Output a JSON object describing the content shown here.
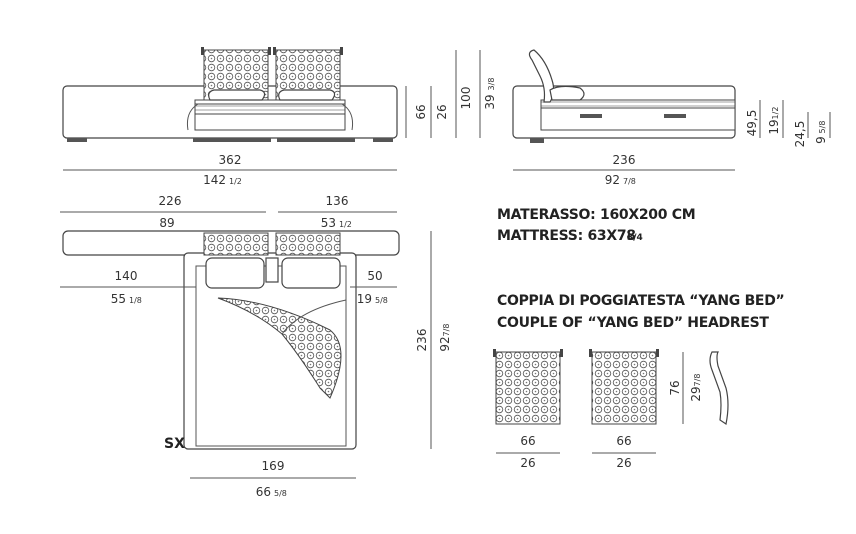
{
  "front_view": {
    "overall_width": "362",
    "overall_width_in": "142",
    "overall_width_in_frac": "1/2",
    "height_a": "66",
    "height_a_in": "26",
    "height_b": "100",
    "height_b_in": "39",
    "height_b_in_frac": "3/8"
  },
  "side_view": {
    "depth": "236",
    "depth_in": "92",
    "depth_in_frac": "7/8",
    "mattress_height": "49,5",
    "mattress_height_in": "19",
    "mattress_height_in_frac": "1/2",
    "base_height": "24,5",
    "base_height_in": "9",
    "base_height_in_frac": "5/8"
  },
  "top_view": {
    "left_width": "226",
    "left_width_in": "89",
    "right_width": "136",
    "right_width_in": "53",
    "right_width_in_frac": "1/2",
    "left_offset": "140",
    "left_offset_in": "55",
    "left_offset_in_frac": "1/8",
    "right_offset": "50",
    "right_offset_in": "19",
    "right_offset_in_frac": "5/8",
    "length": "236",
    "length_in": "92",
    "length_in_frac": "7/8",
    "bed_width": "169",
    "bed_width_in": "66",
    "bed_width_in_frac": "5/8",
    "side_label": "SX"
  },
  "mattress_note": {
    "line1": "MATERASSO: 160X200 CM",
    "line2": "MATTRESS: 63X78",
    "line2_frac": "3/4"
  },
  "headrest_note": {
    "line1": "COPPIA DI POGGIATESTA “YANG BED”",
    "line2": "COUPLE OF “YANG BED” HEADREST",
    "panel_width": "66",
    "panel_width_in": "26",
    "panel_height": "76",
    "panel_height_in": "29",
    "panel_height_in_frac": "7/8"
  }
}
